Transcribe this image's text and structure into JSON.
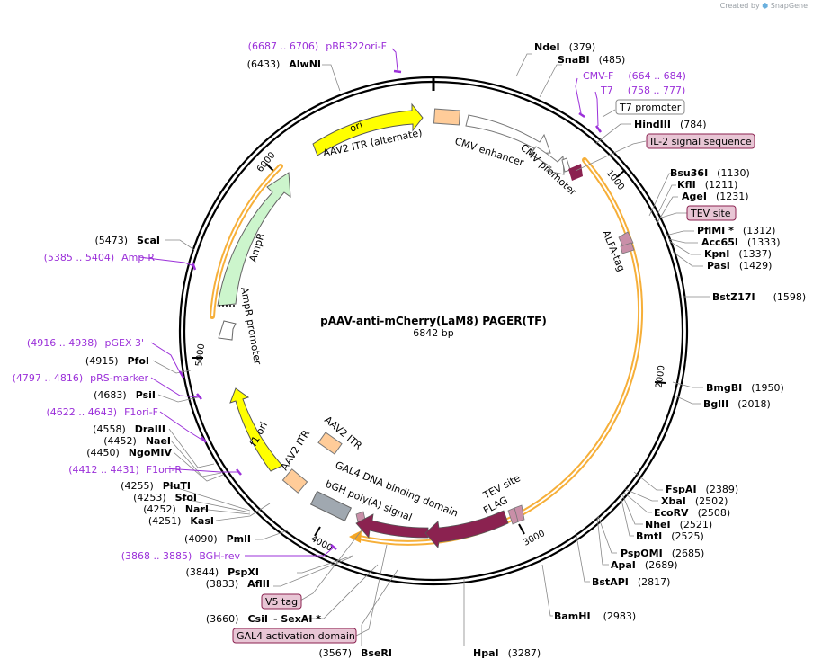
{
  "credit": {
    "prefix": "Created by",
    "brand": "SnapGene"
  },
  "plasmid": {
    "name": "pAAV-anti-mCherry(LaM8) PAGER(TF)",
    "size_label": "6842 bp",
    "length": 6842
  },
  "colors": {
    "backbone": "#000000",
    "site_label": "#000000",
    "primer": "#9b30d9",
    "orf_orange": "#f5a623",
    "ori": "#ffff00",
    "ampr": "#ccf5cc",
    "itr": "#ffcc99",
    "bgh": "#a0a8b0",
    "gal4": "#8b2250",
    "tag": "#c98fa8",
    "tag_box": "#e8c6d5"
  },
  "tick_labels": [
    "1000",
    "2000",
    "3000",
    "4000",
    "5000",
    "6000"
  ],
  "sites": [
    {
      "name": "NdeI",
      "pos": "(379)",
      "side": "R"
    },
    {
      "name": "SnaBI",
      "pos": "(485)",
      "side": "R"
    },
    {
      "name": "HindIII",
      "pos": "(784)",
      "side": "R"
    },
    {
      "name": "Bsu36I",
      "pos": "(1130)",
      "side": "R"
    },
    {
      "name": "KflI",
      "pos": "(1211)",
      "side": "R"
    },
    {
      "name": "AgeI",
      "pos": "(1231)",
      "side": "R"
    },
    {
      "name": "PflMI *",
      "pos": "(1312)",
      "side": "R"
    },
    {
      "name": "Acc65I",
      "pos": "(1333)",
      "side": "R"
    },
    {
      "name": "KpnI",
      "pos": "(1337)",
      "side": "R"
    },
    {
      "name": "PasI",
      "pos": "(1429)",
      "side": "R"
    },
    {
      "name": "BstZ17I",
      "pos": "(1598)",
      "side": "R"
    },
    {
      "name": "BmgBI",
      "pos": "(1950)",
      "side": "R"
    },
    {
      "name": "BglII",
      "pos": "(2018)",
      "side": "R"
    },
    {
      "name": "FspAI",
      "pos": "(2389)",
      "side": "R"
    },
    {
      "name": "XbaI",
      "pos": "(2502)",
      "side": "R"
    },
    {
      "name": "EcoRV",
      "pos": "(2508)",
      "side": "R"
    },
    {
      "name": "NheI",
      "pos": "(2521)",
      "side": "R"
    },
    {
      "name": "BmtI",
      "pos": "(2525)",
      "side": "R"
    },
    {
      "name": "PspOMI",
      "pos": "(2685)",
      "side": "R"
    },
    {
      "name": "ApaI",
      "pos": "(2689)",
      "side": "R"
    },
    {
      "name": "BstAPI",
      "pos": "(2817)",
      "side": "R"
    },
    {
      "name": "BamHI",
      "pos": "(2983)",
      "side": "R"
    },
    {
      "name": "HpaI",
      "pos": "(3287)",
      "side": "R"
    },
    {
      "name": "BseRI",
      "pos": "(3567)",
      "side": "L"
    },
    {
      "name": "CsiI",
      "pos": "(3660)",
      "side": "L",
      "extra": "- SexAI *"
    },
    {
      "name": "AflII",
      "pos": "(3833)",
      "side": "L"
    },
    {
      "name": "PspXI",
      "pos": "(3844)",
      "side": "L"
    },
    {
      "name": "PmlI",
      "pos": "(4090)",
      "side": "L"
    },
    {
      "name": "KasI",
      "pos": "(4251)",
      "side": "L"
    },
    {
      "name": "NarI",
      "pos": "(4252)",
      "side": "L"
    },
    {
      "name": "SfoI",
      "pos": "(4253)",
      "side": "L"
    },
    {
      "name": "PluTI",
      "pos": "(4255)",
      "side": "L"
    },
    {
      "name": "NgoMIV",
      "pos": "(4450)",
      "side": "L"
    },
    {
      "name": "NaeI",
      "pos": "(4452)",
      "side": "L"
    },
    {
      "name": "DraIII",
      "pos": "(4558)",
      "side": "L"
    },
    {
      "name": "PsiI",
      "pos": "(4683)",
      "side": "L"
    },
    {
      "name": "PfoI",
      "pos": "(4915)",
      "side": "L"
    },
    {
      "name": "ScaI",
      "pos": "(5473)",
      "side": "L"
    },
    {
      "name": "AlwNI",
      "pos": "(6433)",
      "side": "L"
    }
  ],
  "primers": [
    {
      "name": "pBR322ori-F",
      "range": "(6687 .. 6706)",
      "side": "L"
    },
    {
      "name": "CMV-F",
      "range": "(664 .. 684)",
      "side": "R"
    },
    {
      "name": "T7",
      "range": "(758 .. 777)",
      "side": "R"
    },
    {
      "name": "Amp-R",
      "range": "(5385 .. 5404)",
      "side": "L"
    },
    {
      "name": "pGEX 3'",
      "range": "(4916 .. 4938)",
      "side": "L"
    },
    {
      "name": "pRS-marker",
      "range": "(4797 .. 4816)",
      "side": "L"
    },
    {
      "name": "F1ori-F",
      "range": "(4622 .. 4643)",
      "side": "L"
    },
    {
      "name": "F1ori-R",
      "range": "(4412 .. 4431)",
      "side": "L"
    },
    {
      "name": "BGH-rev",
      "range": "(3868 .. 3885)",
      "side": "L"
    }
  ],
  "boxed_labels": {
    "t7_promoter": "T7 promoter",
    "il2_signal": "IL-2 signal sequence",
    "tev_site": "TEV site",
    "v5_tag": "V5 tag",
    "gal4_activation": "GAL4 activation domain"
  },
  "features": {
    "ori": "ori",
    "aav2_itr_alt": "AAV2 ITR (alternate)",
    "cmv_enhancer": "CMV enhancer",
    "cmv_promoter": "CMV promoter",
    "alfa_tag": "ALFA-tag",
    "ampr": "AmpR",
    "ampr_promoter": "AmpR promoter",
    "f1_ori": "f1 ori",
    "aav2_itr_a": "AAV2 ITR",
    "aav2_itr_b": "AAV2 ITR",
    "gal4_dbd": "GAL4 DNA binding domain",
    "bgh_polya": "bGH poly(A) signal",
    "tev_site_inner": "TEV site",
    "flag": "FLAG"
  }
}
